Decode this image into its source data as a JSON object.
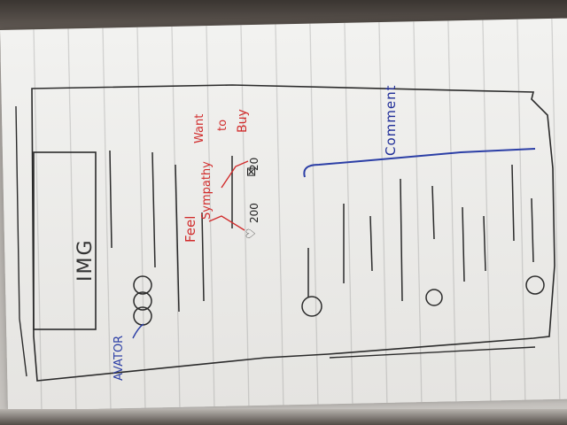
{
  "sketch": {
    "image_label": "IMG",
    "avatar_label": "AVATOR",
    "feel_label": "Feel",
    "sympathy_label": "Sympathy",
    "want_label": "Want",
    "to_label": "to",
    "buy_label": "Buy",
    "heart_count": "200",
    "buy_count": "20",
    "comment_label": "Comment"
  },
  "icons": {
    "heart": "heart-icon",
    "buy": "shopping-bag-icon"
  },
  "colors": {
    "pencil": "#2b2b2b",
    "red_pen": "#d12c2c",
    "blue_pen": "#2c3fa6"
  }
}
